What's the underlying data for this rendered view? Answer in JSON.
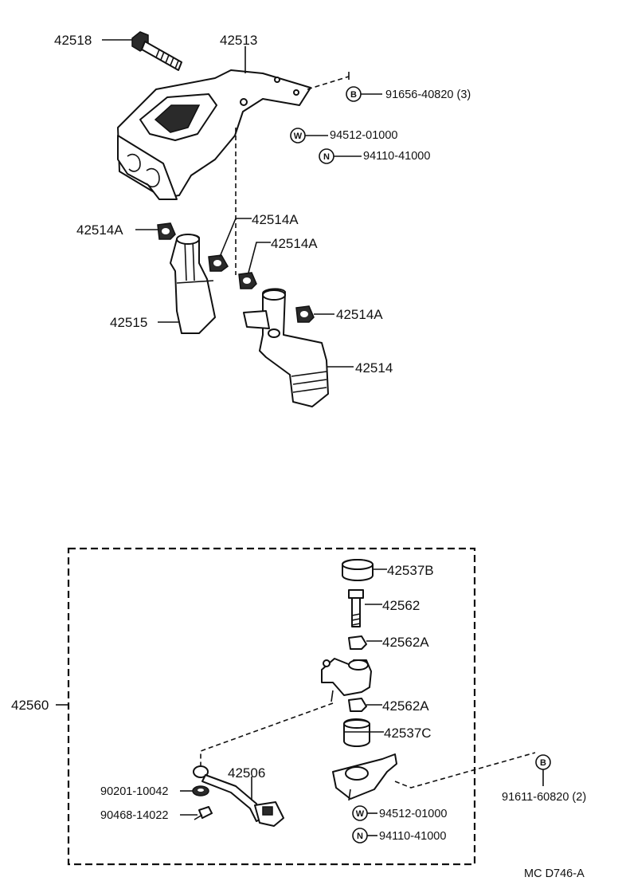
{
  "labels": {
    "p42518": "42518",
    "p42513": "42513",
    "p91656": "91656-40820 (3)",
    "p94512_top": "94512-01000",
    "p94110_top": "94110-41000",
    "p42514A_1": "42514A",
    "p42514A_2": "42514A",
    "p42514A_3": "42514A",
    "p42514A_4": "42514A",
    "p42515": "42515",
    "p42514": "42514",
    "p42537B": "42537B",
    "p42562": "42562",
    "p42562A_1": "42562A",
    "p42560": "42560",
    "p42562A_2": "42562A",
    "p42537C": "42537C",
    "p42506": "42506",
    "p90201": "90201-10042",
    "p90468": "90468-14022",
    "p91611": "91611-60820 (2)",
    "p94512_bot": "94512-01000",
    "p94110_bot": "94110-41000",
    "footer": "MC  D746-A"
  },
  "symbols": {
    "bolt": "B",
    "washer": "W",
    "nut": "N"
  }
}
